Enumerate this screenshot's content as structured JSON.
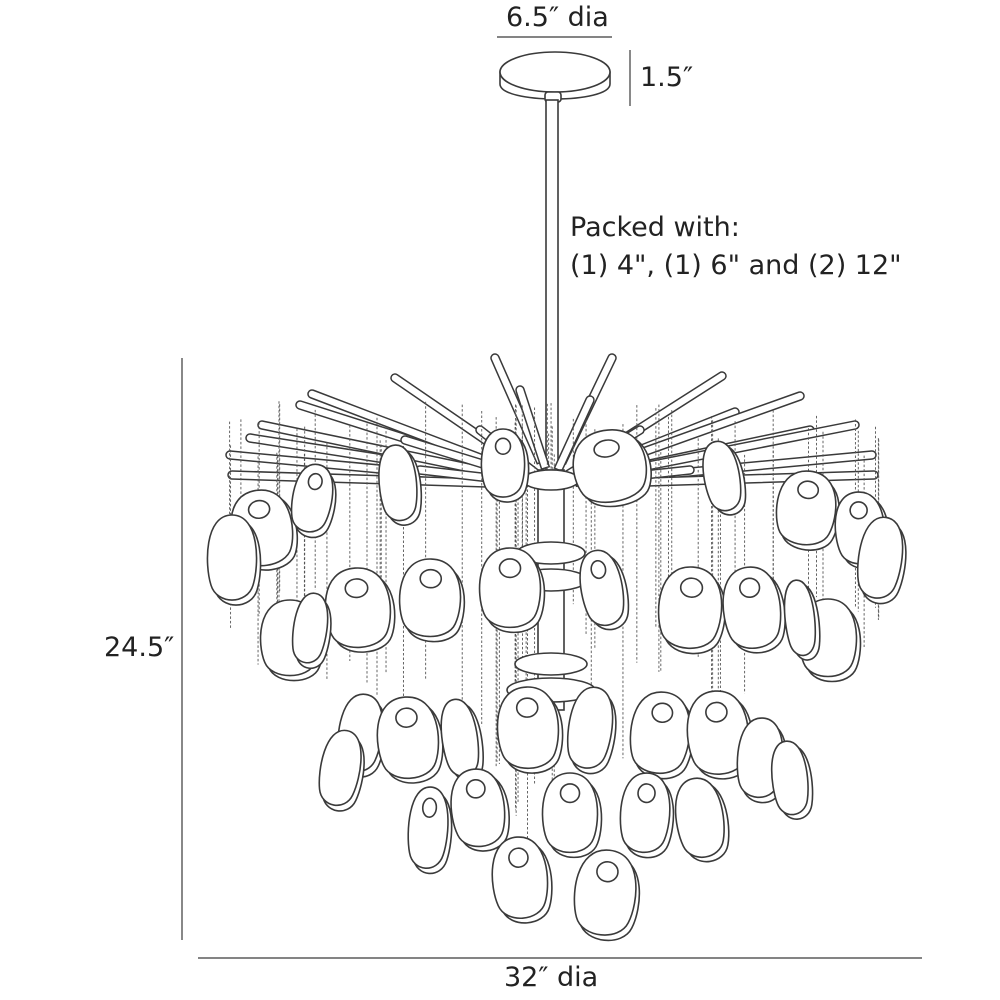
{
  "dimensions": {
    "canopy_diameter": "6.5″ dia",
    "canopy_height": "1.5″",
    "overall_height": "24.5″",
    "overall_diameter": "32″ dia"
  },
  "packed_with": {
    "line1": "Packed with:",
    "line2": "(1) 4\", (1) 6\" and (2) 12\""
  },
  "colors": {
    "line": "#3a3a3a",
    "fill": "#ffffff"
  }
}
